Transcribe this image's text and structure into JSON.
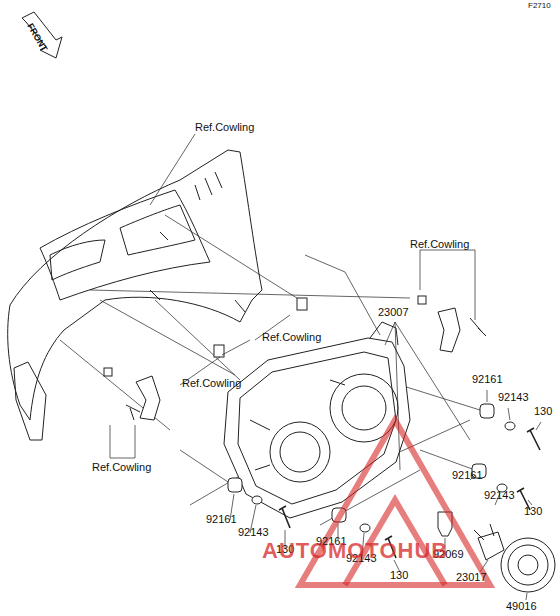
{
  "diagram": {
    "labels": [
      "F2710",
      "FRONT",
      "Ref.Cowling",
      "Ref.Cowling",
      "Ref.Cowling",
      "Ref.Cowling",
      "Ref.Cowling",
      "23007",
      "92161",
      "92143",
      "130",
      "92161",
      "92143",
      "130",
      "92161",
      "92143",
      "130",
      "92161",
      "92143",
      "130",
      "92069",
      "23017",
      "49016",
      "AUTOMOTOHUB"
    ]
  }
}
